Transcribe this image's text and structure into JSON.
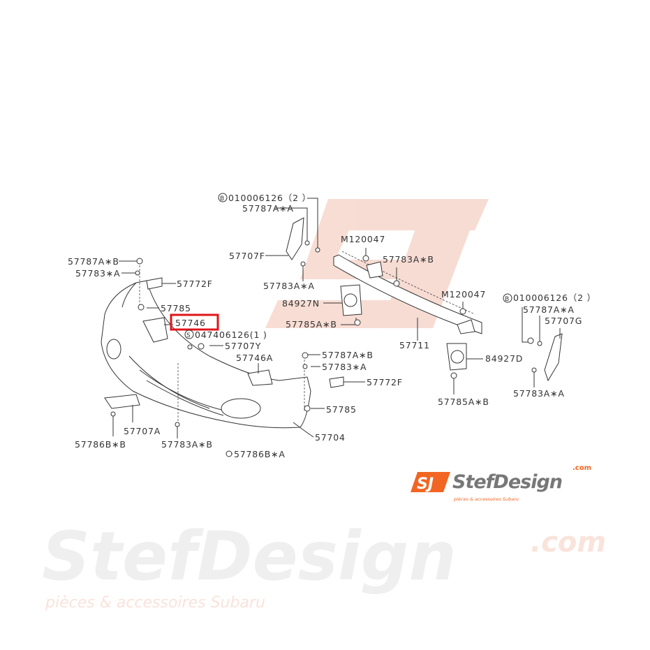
{
  "diagram": {
    "highlighted_part": "57746",
    "highlight_color": "#e0151b",
    "labels": {
      "bolt_b_left": "010006126（2 ）",
      "bolt_b_left_mark": "B",
      "clip_57787A_A_left": "57787A∗A",
      "bracket_57707F": "57707F",
      "clip_57783A_A_top": "57783A∗A",
      "m120047_a": "M120047",
      "clip_57783A_B_top": "57783A∗B",
      "plate_84927N": "84927N",
      "bolt_57785A_B_top": "57785A∗B",
      "m120047_b": "M120047",
      "beam_57711": "57711",
      "bolt_b_right": "010006126（2 ）",
      "bolt_b_right_mark": "B",
      "clip_57787A_A_right": "57787A∗A",
      "bracket_57707G": "57707G",
      "plate_84927D": "84927D",
      "bolt_57785A_B_right": "57785A∗B",
      "clip_57783A_A_right": "57783A∗A",
      "clip_57787A_B_left": "57787A∗B",
      "clip_57783_A_left": "57783∗A",
      "pad_57772F_left": "57772F",
      "bolt_57785_left": "57785",
      "part_57746": "57746",
      "screw_s": "047406126(1 )",
      "screw_s_mark": "S",
      "bracket_57707Y": "57707Y",
      "part_57746A": "57746A",
      "clip_57787A_B_right": "57787A∗B",
      "clip_57783_A_right": "57783∗A",
      "pad_57772F_right": "57772F",
      "bolt_57785_right": "57785",
      "bumper_57704": "57704",
      "bracket_57707A": "57707A",
      "bolt_57786B_B": "57786B∗B",
      "clip_57783A_B_bottom": "57783A∗B",
      "bolt_57786B_A": "57786B∗A"
    }
  },
  "watermark": {
    "brand": "StefDesign",
    "tld": ".com",
    "tagline": "pièces & accessoires Subaru"
  },
  "logo": {
    "mark": "SJ",
    "brand": "StefDesign",
    "tld": ".com",
    "tagline": "pièces & accessoires Subaru",
    "accent": "#f26522"
  }
}
